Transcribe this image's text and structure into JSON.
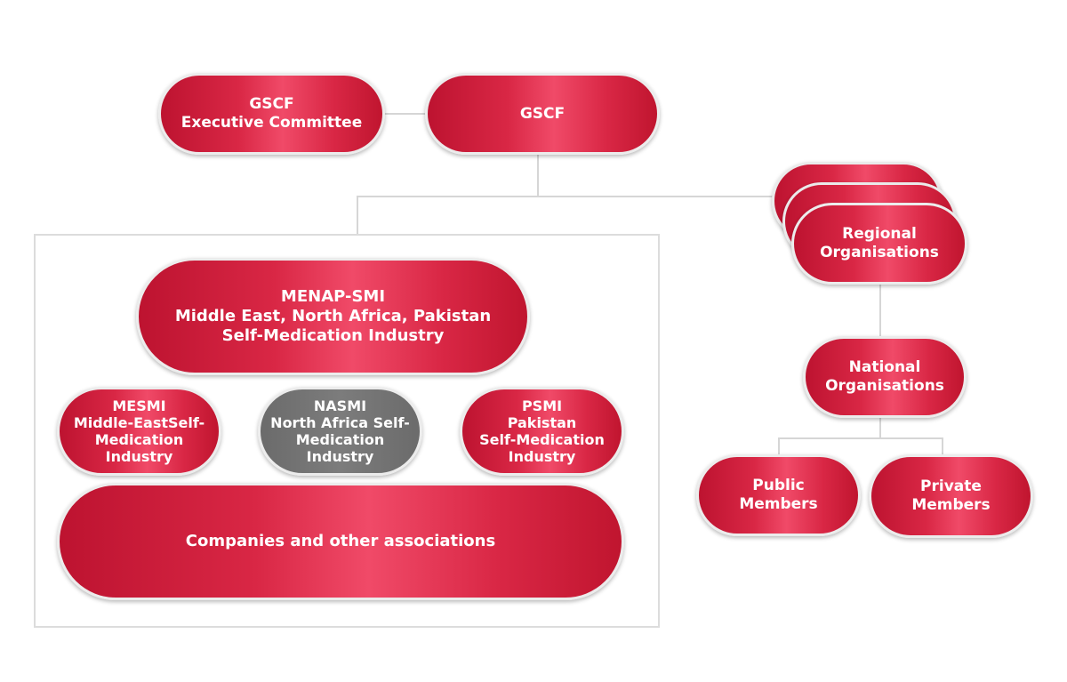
{
  "colors": {
    "node_red": "#d92745",
    "node_red_dark": "#bd1330",
    "node_red_light": "#f04a68",
    "node_gray": "#767676",
    "connector": "#d6d6d6",
    "node_border": "#ececec"
  },
  "nodes": {
    "gscf_exec": "GSCF\nExecutive Committee",
    "gscf": "GSCF",
    "regional": "Regional\nOrganisations",
    "national": "National\nOrganisations",
    "public": "Public\nMembers",
    "private": "Private\nMembers",
    "menap": "MENAP-SMI\nMiddle East, North Africa, Pakistan\nSelf-Medication Industry",
    "mesmi": "MESMI\nMiddle-EastSelf-\nMedication\nIndustry",
    "nasmi": "NASMI\nNorth Africa Self-\nMedication\nIndustry",
    "psmi": "PSMI\nPakistan\nSelf-Medication\nIndustry",
    "companies": "Companies and other associations"
  }
}
